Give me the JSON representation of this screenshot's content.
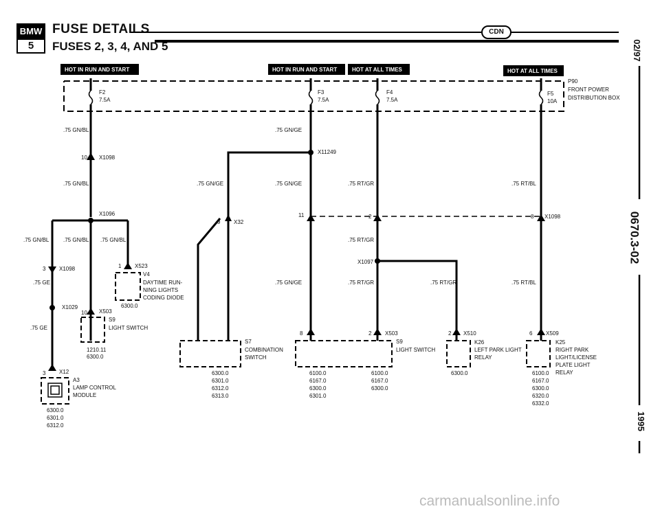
{
  "header": {
    "title": "FUSE DETAILS",
    "subtitle": "FUSES 2, 3, 4, AND 5",
    "logo_top": "BMW",
    "logo_bottom": "5",
    "market_badge": "CDN"
  },
  "side": {
    "date": "02/97",
    "doc_number": "0670.3-02",
    "year": "1995"
  },
  "footer": {
    "url": "carmanualsonline.info"
  },
  "hot_labels": {
    "run_start_1": "HOT IN RUN AND START",
    "run_start_2": "HOT IN RUN AND START",
    "all_times_1": "HOT AT ALL TIMES",
    "all_times_2": "HOT AT ALL TIMES"
  },
  "fuses": {
    "f2": {
      "name": "F2",
      "rating": "7.5A"
    },
    "f3": {
      "name": "F3",
      "rating": "7.5A"
    },
    "f4": {
      "name": "F4",
      "rating": "7.5A"
    },
    "f5": {
      "name": "F5",
      "rating": "10A"
    },
    "box_id": "P90",
    "box_name_1": "FRONT POWER",
    "box_name_2": "DISTRIBUTION BOX"
  },
  "wires": {
    "w1": ".75 GN/BL",
    "w2": ".75 GN/BL",
    "w3": ".75 GN/BL",
    "w4": ".75 GN/BL",
    "w5": ".75 GN/BL",
    "w6": ".75 GE",
    "w7": ".75 GE",
    "w8": ".75 GN/GE",
    "w9": ".75 GN/GE",
    "w10": ".75 GN/GE",
    "w11": ".75 GN/GE",
    "w12": ".75 RT/GR",
    "w13": ".75 RT/GR",
    "w14": ".75 RT/GR",
    "w15": ".75 RT/GR",
    "w16": ".75 RT/BL",
    "w17": ".75 RT/BL"
  },
  "connectors": {
    "x1098a": "X1098",
    "x1098a_pin": "10",
    "x1096": "X1096",
    "x1098b": "X1098",
    "x1098b_pin": "3",
    "x1029": "X1029",
    "x12": "X12",
    "x12_pin": "3",
    "x523": "X523",
    "x523_pin": "1",
    "x503a": "X503",
    "x503a_pin": "10",
    "x11249": "X11249",
    "x32": "X32",
    "x32_pin": "9",
    "pin11": "11",
    "pin2a": "2",
    "x1098c": "X1098",
    "x1098c_pin": "8",
    "x1097": "X1097",
    "x503b": "X503",
    "x503b_pin8": "8",
    "x503b_pin2": "2",
    "x510": "X510",
    "x510_pin": "2",
    "x509": "X509",
    "x509_pin": "6"
  },
  "components": {
    "v4_id": "V4",
    "v4_line1": "DAYTIME RUN-",
    "v4_line2": "NING LIGHTS",
    "v4_line3": "CODING DIODE",
    "v4_ref": "6300.0",
    "s9a_id": "S9",
    "s9a_name": "LIGHT SWITCH",
    "s9a_ref1": "1210.11",
    "s9a_ref2": "6300.0",
    "a3_id": "A3",
    "a3_line1": "LAMP CONTROL",
    "a3_line2": "MODULE",
    "a3_ref1": "6300.0",
    "a3_ref2": "6301.0",
    "a3_ref3": "6312.0",
    "s7_id": "S7",
    "s7_line1": "COMBINATION",
    "s7_line2": "SWITCH",
    "s7_ref1": "6300.0",
    "s7_ref2": "6301.0",
    "s7_ref3": "6312.0",
    "s7_ref4": "6313.0",
    "s9b_id": "S9",
    "s9b_name": "LIGHT SWITCH",
    "s9b_refA1": "6100.0",
    "s9b_refA2": "6167.0",
    "s9b_refA3": "6300.0",
    "s9b_refA4": "6301.0",
    "s9b_refB1": "6100.0",
    "s9b_refB2": "6167.0",
    "s9b_refB3": "6300.0",
    "k26_id": "K26",
    "k26_line1": "LEFT PARK LIGHT",
    "k26_line2": "RELAY",
    "k26_ref": "6300.0",
    "k25_id": "K25",
    "k25_line1": "RIGHT PARK",
    "k25_line2": "LIGHT/LICENSE",
    "k25_line3": "PLATE LIGHT",
    "k25_line4": "RELAY",
    "k25_ref1": "6100.0",
    "k25_ref2": "6167.0",
    "k25_ref3": "6300.0",
    "k25_ref4": "6320.0",
    "k25_ref5": "6332.0"
  }
}
